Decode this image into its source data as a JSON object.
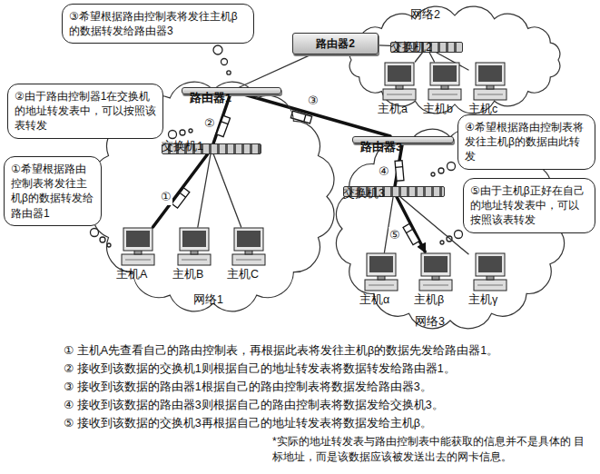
{
  "diagram": {
    "nodes": [
      {
        "text": [
          "③希望根据路由控制表将发往主机β的数据转发给路由器3"
        ]
      },
      {
        "text": [
          "路由器2"
        ]
      },
      {
        "text": [
          "网络2"
        ]
      },
      {
        "text": [
          "交换机2"
        ],
        "in": 2
      },
      {
        "text": [
          "主机a"
        ],
        "in": 2
      },
      {
        "text": [
          "主机b"
        ],
        "in": 2
      },
      {
        "text": [
          "主机c"
        ],
        "in": 2
      },
      {
        "text": [
          "②由于路由控制器1在交换机的地址转发表中，可以按照该表转发"
        ]
      },
      {
        "text": [
          "网络1"
        ]
      },
      {
        "text": [
          "路由器1"
        ],
        "in": 8
      },
      {
        "text": [
          "交换机1"
        ],
        "in": 8
      },
      {
        "text": [
          "主机A"
        ],
        "in": 8
      },
      {
        "text": [
          "主机B"
        ],
        "in": 8
      },
      {
        "text": [
          "主机C"
        ],
        "in": 8
      },
      {
        "text": [
          "①希望根据路由控制表将发往主机β的数据转发给路由器1"
        ]
      },
      {
        "text": [
          "④希望根据路由控制表将发往主机β的数据由此转发"
        ]
      },
      {
        "text": [
          "网络3"
        ]
      },
      {
        "text": [
          "路由器3"
        ],
        "in": 16
      },
      {
        "text": [
          "交换机3"
        ],
        "in": 16
      },
      {
        "text": [
          "⑤由于主机β正好在自己的地址转发表中，可以按照该表转发"
        ]
      },
      {
        "text": [
          "主机α"
        ],
        "in": 16
      },
      {
        "text": [
          "主机β"
        ],
        "in": 16
      },
      {
        "text": [
          "主机γ"
        ],
        "in": 16
      }
    ],
    "edges": [
      {
        "from": 11,
        "to": 10,
        "arrow": "none"
      },
      {
        "from": 10,
        "to": 9,
        "arrow": "none"
      },
      {
        "from": 9,
        "to": 1,
        "arrow": "none"
      },
      {
        "from": 9,
        "to": 17,
        "arrow": "none"
      },
      {
        "from": 1,
        "to": 3,
        "arrow": "none"
      },
      {
        "from": 17,
        "to": 18,
        "arrow": "none"
      },
      {
        "from": 18,
        "to": 21,
        "arrow": "to"
      },
      {
        "from": 10,
        "to": 12,
        "arrow": "none"
      },
      {
        "from": 10,
        "to": 13,
        "arrow": "none"
      },
      {
        "from": 3,
        "to": 4,
        "arrow": "none"
      },
      {
        "from": 3,
        "to": 5,
        "arrow": "none"
      },
      {
        "from": 3,
        "to": 6,
        "arrow": "none"
      },
      {
        "from": 18,
        "to": 20,
        "arrow": "none"
      },
      {
        "from": 18,
        "to": 22,
        "arrow": "none"
      }
    ],
    "labels": [
      "①",
      "②",
      "③",
      "④",
      "⑤",
      "① 主机A先查看自己的路由控制表，再根据此表将发往主机β的数据先发给路由器1。",
      "② 接收到该数据的交换机1则根据自己的地址转发表将数据转发给路由器1。",
      "③ 接收到该数据的路由器1根据自己的路由控制表将数据发给路由器3。",
      "④ 接收到该数据的路由器3则根据自己的路由控制表将数据发给交换机3。",
      "⑤ 接收到该数据的交换机3再根据自己的地址转发表将数据发给主机β。",
      "*实际的地址转发表与路由控制表中能获取的信息并不是具体的 目标地址，而是该数据应该被发送出去的网卡信息。"
    ]
  }
}
